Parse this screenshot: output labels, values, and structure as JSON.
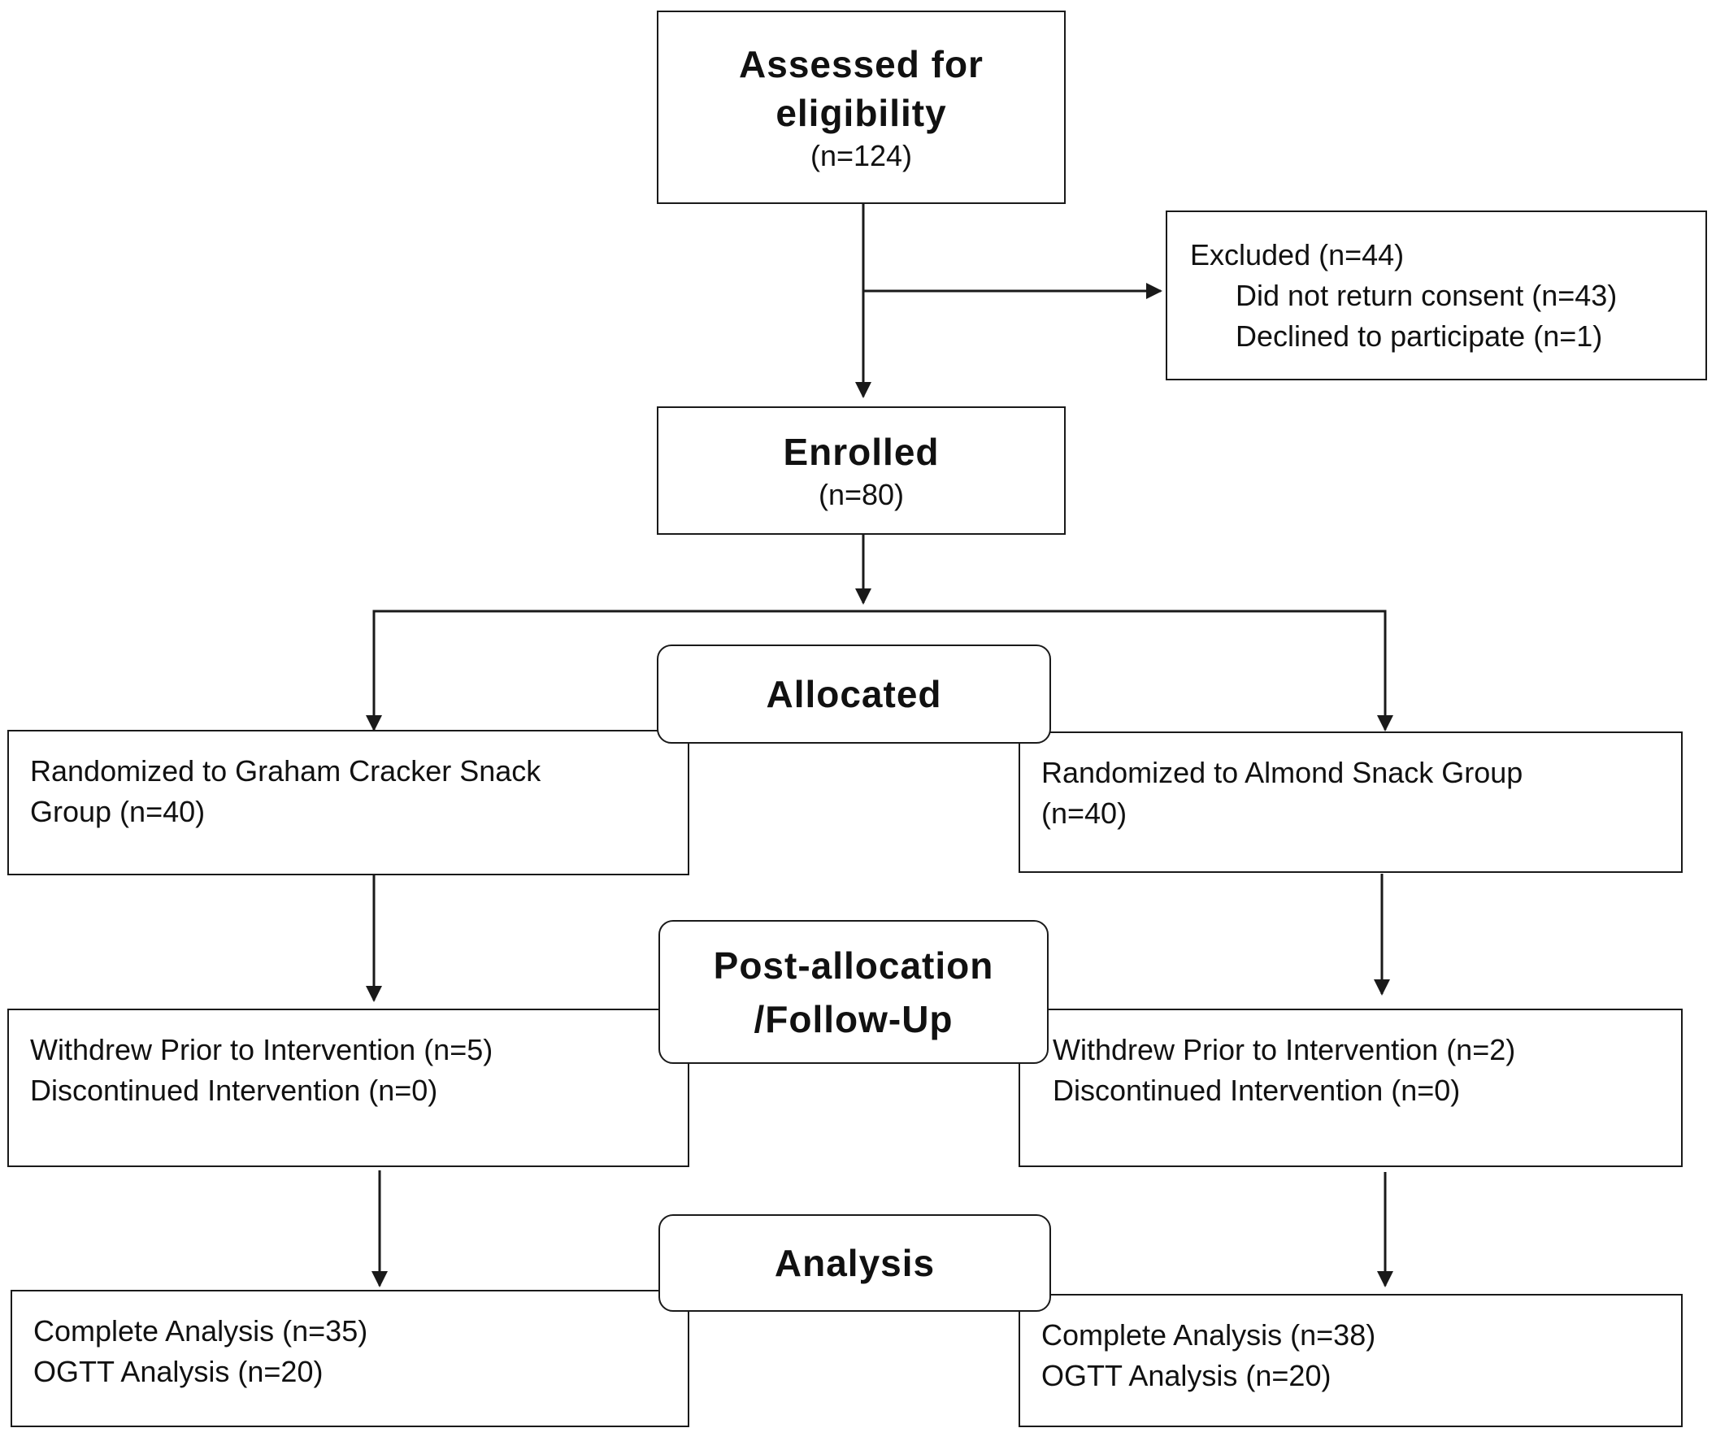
{
  "nodes": {
    "assessed": {
      "title_line1": "Assessed for",
      "title_line2": "eligibility",
      "count": "(n=124)"
    },
    "excluded": {
      "header": "Excluded (n=44)",
      "reason1": "Did not return consent (n=43)",
      "reason2": "Declined to participate (n=1)"
    },
    "enrolled": {
      "title": "Enrolled",
      "count": "(n=80)"
    },
    "allocated": {
      "title": "Allocated"
    },
    "graham_group": {
      "line1": "Randomized to Graham Cracker Snack",
      "line2": "Group (n=40)"
    },
    "almond_group": {
      "line1": "Randomized to Almond Snack Group",
      "line2": "(n=40)"
    },
    "followup": {
      "title_line1": "Post-allocation",
      "title_line2": "/Follow-Up"
    },
    "graham_followup": {
      "line1": "Withdrew Prior to Intervention (n=5)",
      "line2": "Discontinued Intervention (n=0)"
    },
    "almond_followup": {
      "line1": "Withdrew Prior to Intervention (n=2)",
      "line2": "Discontinued Intervention (n=0)"
    },
    "analysis": {
      "title": "Analysis"
    },
    "graham_analysis": {
      "line1": "Complete Analysis (n=35)",
      "line2": "OGTT Analysis (n=20)"
    },
    "almond_analysis": {
      "line1": "Complete Analysis (n=38)",
      "line2": "OGTT Analysis (n=20)"
    }
  },
  "colors": {
    "stroke": "#1a1a1a",
    "text": "#111111",
    "background": "#ffffff"
  }
}
